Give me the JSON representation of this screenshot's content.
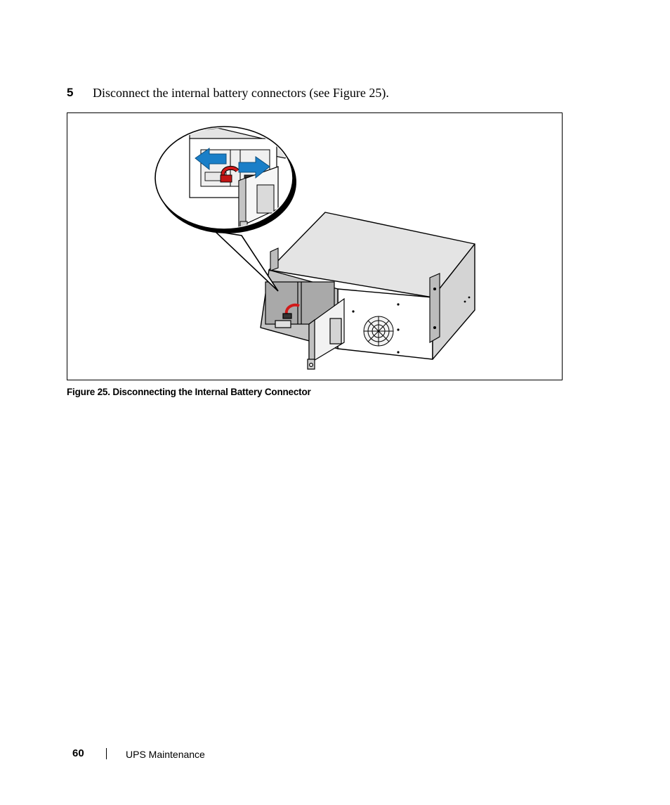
{
  "step": {
    "number": "5",
    "text": "Disconnect the internal battery connectors (see Figure 25)."
  },
  "figure": {
    "caption": "Figure 25. Disconnecting the Internal Battery Connector",
    "arrow_color": "#1a7fc8",
    "cable_color": "#d11a1a"
  },
  "footer": {
    "page_number": "60",
    "section_title": "UPS Maintenance"
  }
}
